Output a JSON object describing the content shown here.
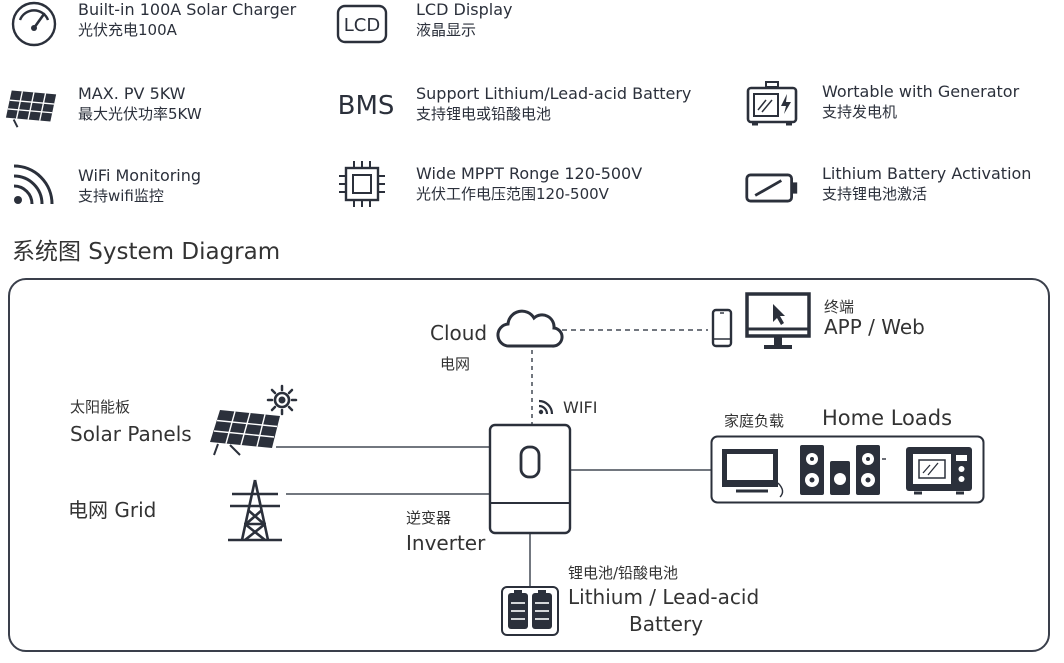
{
  "features": [
    {
      "icon": "gauge-icon",
      "en": "Built-in 100A Solar Charger",
      "zh": "光伏充电100A"
    },
    {
      "icon": "lcd-icon",
      "icon_text": "LCD",
      "en": "LCD Display",
      "zh": "液晶显示"
    },
    {
      "icon": "solar-panel-icon",
      "en": "MAX. PV 5KW",
      "zh": "最大光伏功率5KW"
    },
    {
      "icon": "bms-icon",
      "icon_text": "BMS",
      "en": "Support Lithium/Lead-acid Battery",
      "zh": "支持锂电或铅酸电池"
    },
    {
      "icon": "generator-icon",
      "en": "Wortable with Generator",
      "zh": "支持发电机"
    },
    {
      "icon": "wifi-icon",
      "en": "WiFi Monitoring",
      "zh": "支持wifi监控"
    },
    {
      "icon": "chip-icon",
      "en": "Wide MPPT Ronge 120-500V",
      "zh": "光伏工作电压范围120-500V"
    },
    {
      "icon": "battery-activation-icon",
      "en": "Lithium Battery Activation",
      "zh": "支持锂电池激活"
    }
  ],
  "section_title": "系统图 System Diagram",
  "diagram": {
    "cloud_en": "Cloud",
    "cloud_zh": "电网",
    "terminal_zh": "终端",
    "terminal_en": "APP / Web",
    "wifi": "WIFI",
    "solar_zh": "太阳能板",
    "solar_en": "Solar Panels",
    "grid": "电网 Grid",
    "inverter_zh": "逆变器",
    "inverter_en": "Inverter",
    "loads_zh": "家庭负载",
    "loads_en": "Home Loads",
    "battery_zh": "锂电池/铅酸电池",
    "battery_en_1": "Lithium / Lead-acid",
    "battery_en_2": "Battery"
  },
  "colors": {
    "stroke": "#2b303b",
    "line": "#444a55"
  }
}
